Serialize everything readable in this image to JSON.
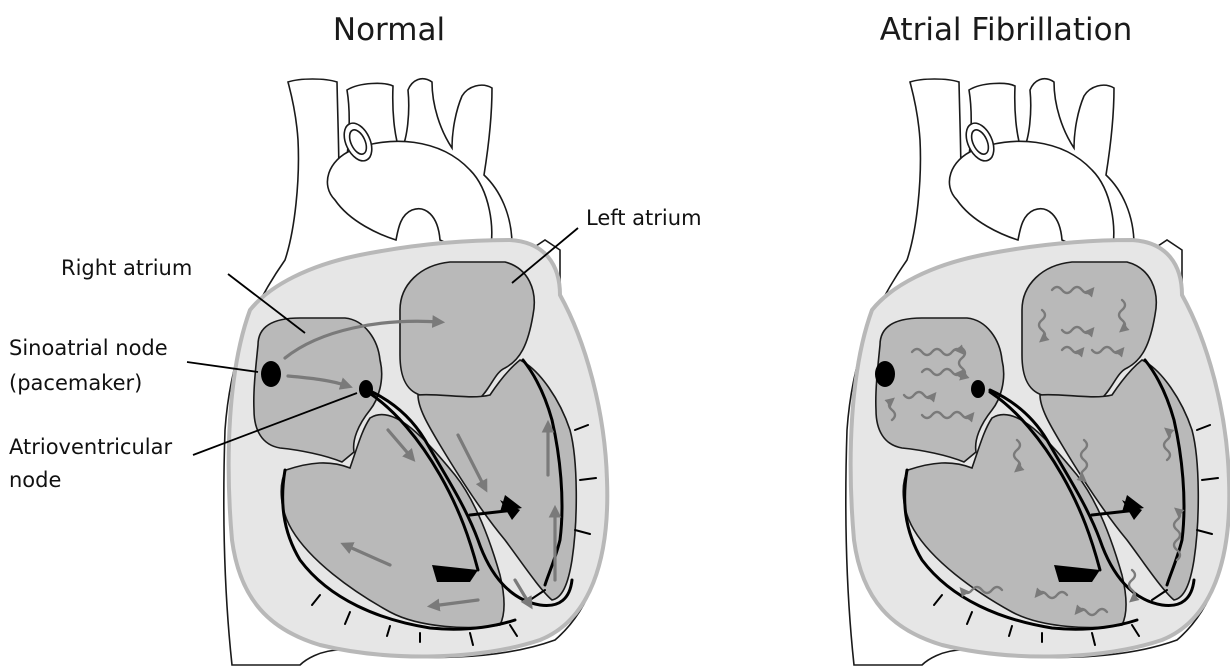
{
  "panels": {
    "normal": {
      "title": "Normal"
    },
    "afib": {
      "title": "Atrial Fibrillation"
    }
  },
  "labels": {
    "right_atrium": "Right atrium",
    "left_atrium": "Left atrium",
    "sa_node_line1": "Sinoatrial node",
    "sa_node_line2": "(pacemaker)",
    "av_node_line1": "Atrioventricular",
    "av_node_line2": "node"
  },
  "colors": {
    "chamber_fill": "#b9b9b9",
    "pericardium": "#e6e6e6",
    "arrow": "#7a7a7a",
    "conduction": "#000000"
  }
}
